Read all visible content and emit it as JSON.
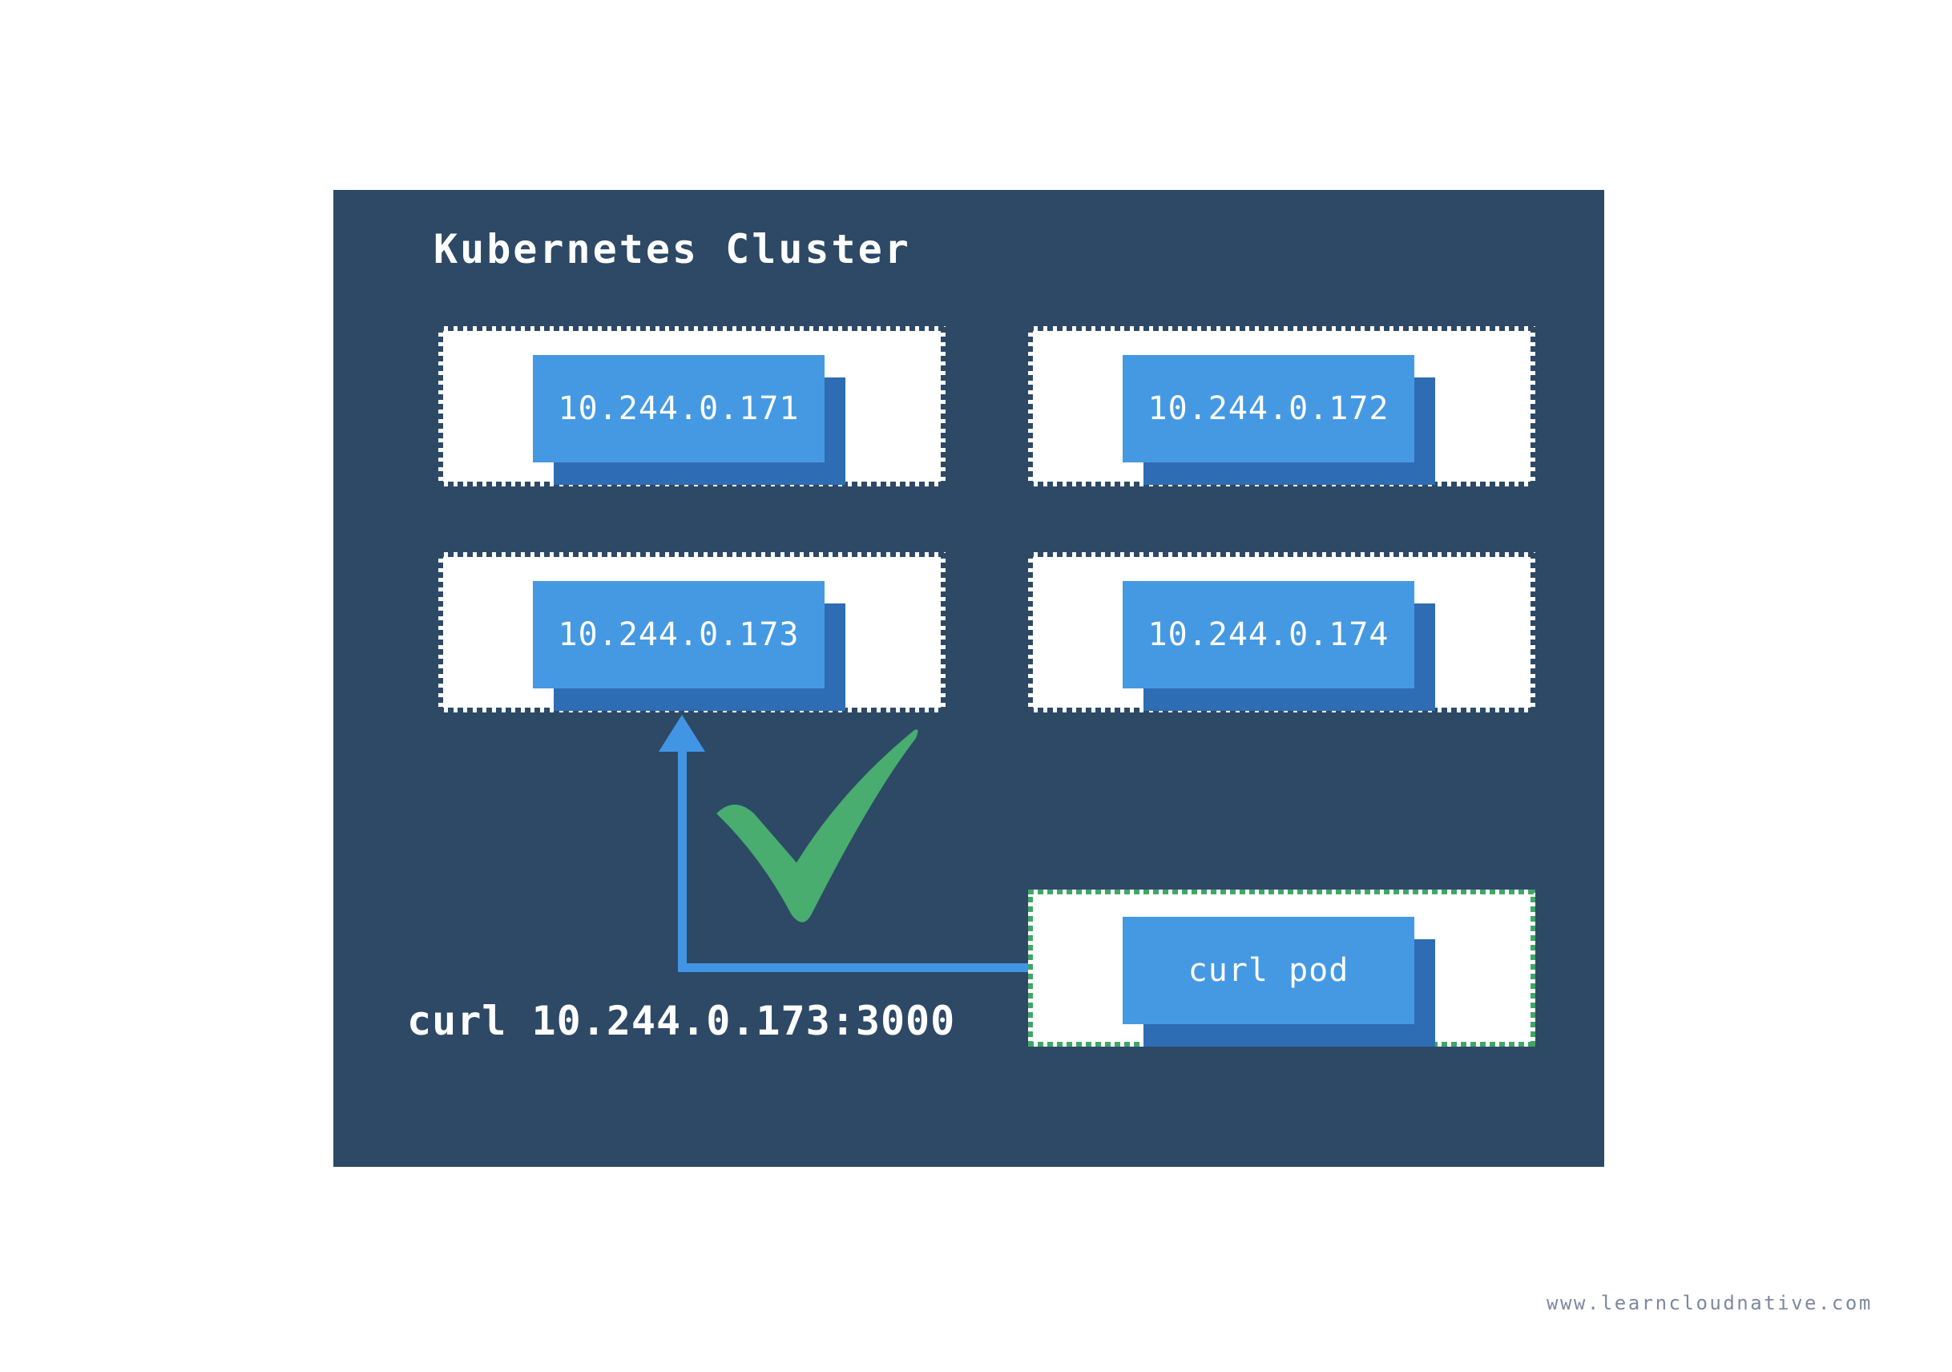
{
  "page": {
    "watermark": "www.learncloudnative.com"
  },
  "cluster": {
    "title": "Kubernetes Cluster",
    "pods": [
      {
        "label": "10.244.0.171"
      },
      {
        "label": "10.244.0.172"
      },
      {
        "label": "10.244.0.173"
      },
      {
        "label": "10.244.0.174"
      }
    ],
    "curl_pod": {
      "label": "curl pod"
    },
    "command": "curl 10.244.0.173:3000",
    "arrow_target": "10.244.0.173",
    "status_icon": "checkmark-icon"
  },
  "colors": {
    "panel_bg": "#2d4966",
    "panel_shadow": "#75819b",
    "pod_chip": "#4599e2",
    "pod_chip_shadow": "#2e6cb4",
    "arrow": "#4295e4",
    "check_green": "#48ad6f",
    "curl_border_green": "#3fa766",
    "box_border": "#2d4966",
    "box_bg": "#ffffff",
    "title_text": "#ffffff",
    "watermark_text": "#7d89a1"
  }
}
